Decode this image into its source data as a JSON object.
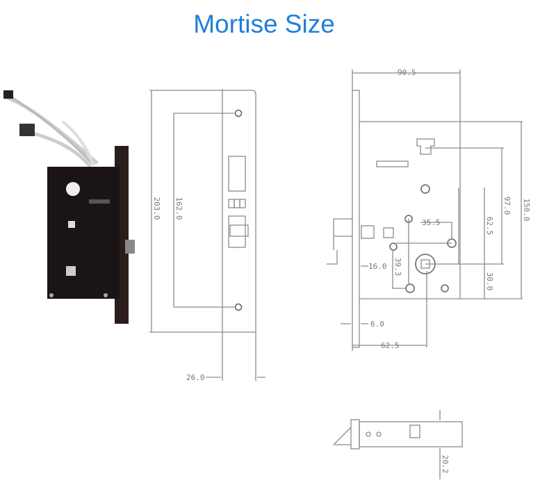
{
  "title": "Mortise Size",
  "front_view": {
    "height_overall": "203.0",
    "screw_spacing": "162.0",
    "faceplate_offset": "26.0"
  },
  "side_view": {
    "case_width": "90.5",
    "case_height": "150.0",
    "top_to_spindle": "97.0",
    "mid_to_spindle": "62.5",
    "spindle_to_bottom": "30.0",
    "hole_spacing_h": "35.5",
    "hole_spacing_v": "39.3",
    "faceplate_thickness": "16.0",
    "faceplate_step": "6.0",
    "backset": "62.5"
  },
  "bottom_view": {
    "depth": "20.2"
  },
  "colors": {
    "title": "#1f7fd9",
    "lines": "#8a8a8a"
  }
}
